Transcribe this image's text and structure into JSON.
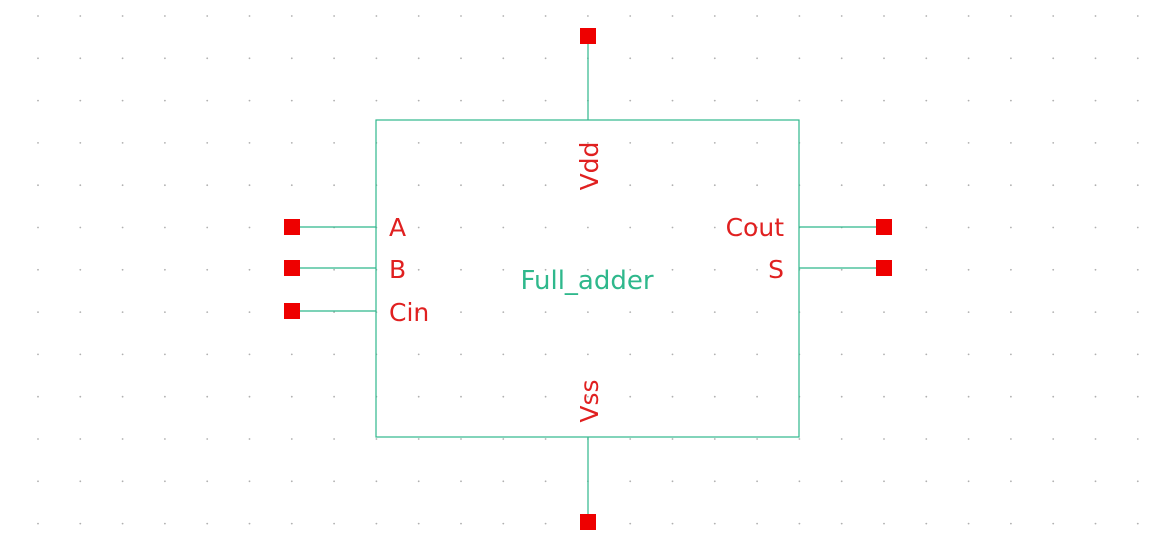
{
  "symbol": {
    "name": "Full_adder",
    "colors": {
      "background": "#ffffff",
      "grid_dot": "#b0b0b0",
      "body_outline": "#2fb88c",
      "symbol_name": "#2fb88c",
      "pin_label": "#e02020",
      "pin_square": "#ee0000",
      "wire": "#2fb88c"
    },
    "pins": {
      "vdd": "Vdd",
      "vss": "Vss",
      "a": "A",
      "b": "B",
      "cin": "Cin",
      "cout": "Cout",
      "s": "S"
    }
  }
}
